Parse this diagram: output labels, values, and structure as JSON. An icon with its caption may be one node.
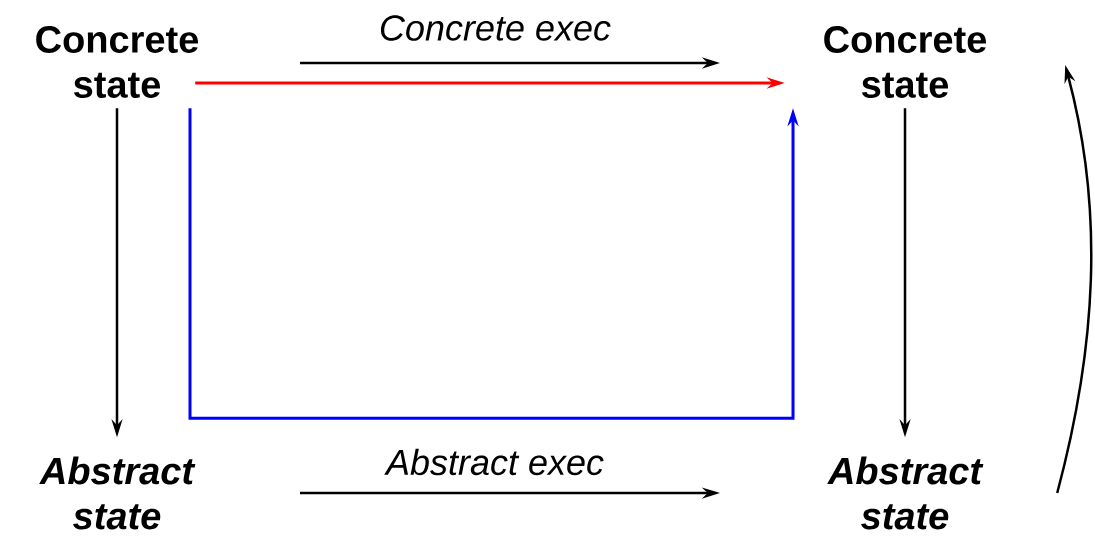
{
  "diagram": {
    "nodes": [
      {
        "text": [
          "Concrete state"
        ]
      },
      {
        "text": [
          "Concrete state"
        ]
      },
      {
        "text": [
          "Abstract state"
        ]
      },
      {
        "text": [
          "Abstract state"
        ]
      }
    ],
    "edges": [
      {
        "from": 0,
        "to": 1,
        "arrow": "to",
        "color": "#ff0000"
      },
      {
        "from": 0,
        "to": 2,
        "arrow": "to"
      },
      {
        "from": 1,
        "to": 3,
        "arrow": "to"
      },
      {
        "from": 0,
        "to": 1,
        "arrow": "to",
        "color": "#0000ff"
      },
      {
        "from": 3,
        "to": 1,
        "arrow": "to"
      }
    ],
    "labels": [
      "Concrete exec",
      "Abstract exec"
    ]
  }
}
